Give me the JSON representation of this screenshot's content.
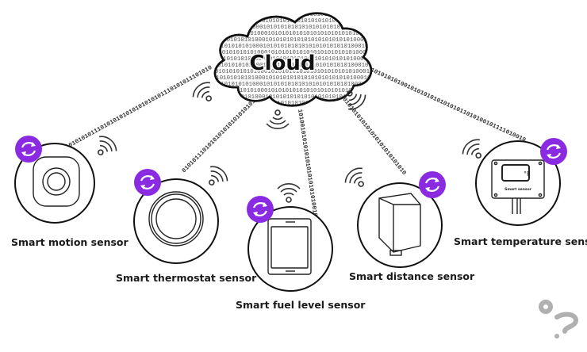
{
  "cloud": {
    "label": "Cloud",
    "binary_fill": "0101010101010100010101010101"
  },
  "links": [
    {
      "to": "motion",
      "bits": "010101010111010101010101010101011101010111010101"
    },
    {
      "to": "thermostat",
      "bits": "0101011101010101010101010101010101"
    },
    {
      "to": "fuel",
      "bits": "10100101010101010101010101001011111"
    },
    {
      "to": "distance",
      "bits": "01010101010101010101010101010"
    },
    {
      "to": "temperature",
      "bits": "0001010101010100101010101010101011010100101111010010"
    }
  ],
  "sensors": [
    {
      "id": "motion",
      "label": "Smart motion sensor"
    },
    {
      "id": "thermostat",
      "label": "Smart thermostat sensor"
    },
    {
      "id": "fuel",
      "label": "Smart fuel level sensor"
    },
    {
      "id": "distance",
      "label": "Smart distance sensor"
    },
    {
      "id": "temperature",
      "label": "Smart temperature sensor",
      "device_text": "Smart sensor",
      "unit": "°F"
    }
  ],
  "colors": {
    "sync_badge": "#8a2be2",
    "outline": "#111111",
    "watermark": "#b0b0b0"
  },
  "icons": {
    "sync": "sync-arrows-icon",
    "wireless": "wifi-signal-icon",
    "watermark": "question-mark-logo"
  }
}
